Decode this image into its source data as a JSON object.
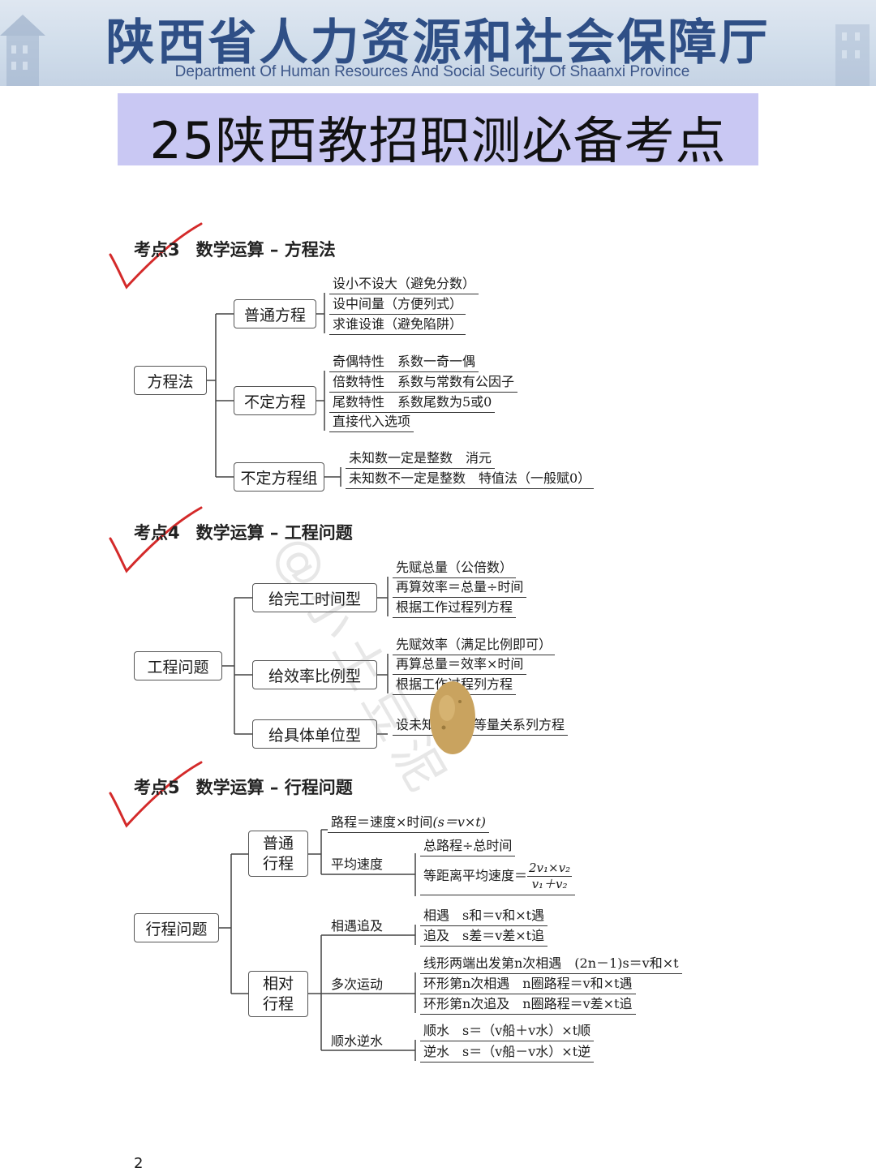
{
  "header": {
    "org_cn": "陕西省人力资源和社会保障厅",
    "org_en": "Department Of Human Resources And Social Security Of Shaanxi Province"
  },
  "title": "25陕西教招职测必备考点",
  "sections": [
    {
      "num": "考点3",
      "title": "数学运算 – 方程法",
      "root": "方程法",
      "branches": [
        {
          "label": "普通方程",
          "leaves": [
            "设小不设大（避免分数）",
            "设中间量（方便列式）",
            "求谁设谁（避免陷阱）"
          ]
        },
        {
          "label": "不定方程",
          "leaves": [
            "奇偶特性　系数一奇一偶",
            "倍数特性　系数与常数有公因子",
            "尾数特性　系数尾数为5或0",
            "直接代入选项"
          ]
        },
        {
          "label": "不定方程组",
          "leaves": [
            "未知数一定是整数　消元",
            "未知数不一定是整数　特值法（一般赋0）"
          ]
        }
      ]
    },
    {
      "num": "考点4",
      "title": "数学运算 – 工程问题",
      "root": "工程问题",
      "branches": [
        {
          "label": "给完工时间型",
          "leaves": [
            "先赋总量（公倍数）",
            "再算效率＝总量÷时间",
            "根据工作过程列方程"
          ]
        },
        {
          "label": "给效率比例型",
          "leaves": [
            "先赋效率（满足比例即可）",
            "再算总量＝效率×时间",
            "根据工作过程列方程"
          ]
        },
        {
          "label": "给具体单位型",
          "leaves": [
            "设未知数，找等量关系列方程"
          ]
        }
      ]
    },
    {
      "num": "考点5",
      "title": "数学运算 – 行程问题",
      "root": "行程问题",
      "branch1": {
        "label1": "普通",
        "label2": "行程",
        "leaf_path": "路程＝速度×时间",
        "leaf_path_formula": "(s＝v×t)",
        "avg_label": "平均速度",
        "avg_leaf1": "总路程÷总时间",
        "avg_leaf2": "等距离平均速度＝",
        "frac_num": "2v₁×v₂",
        "frac_den": "v₁＋v₂"
      },
      "branch2": {
        "label1": "相对",
        "label2": "行程",
        "meet_label": "相遇追及",
        "meet_leaves": [
          "相遇　s和＝v和×t遇",
          "追及　s差＝v差×t追"
        ],
        "multi_label": "多次运动",
        "multi_leaves": [
          "线形两端出发第n次相遇　(2n－1)s＝v和×t",
          "环形第n次相遇　n圈路程＝v和×t遇",
          "环形第n次追及　n圈路程＝v差×t追"
        ],
        "water_label": "顺水逆水",
        "water_leaves": [
          "顺水　s＝（v船＋v水）×t顺",
          "逆水　s＝（v船－v水）×t逆"
        ]
      }
    }
  ],
  "watermark": "@小土豆泥",
  "page_number": "2",
  "colors": {
    "banner": "#cfdcea",
    "banner_text": "#2f4f86",
    "title_bg": "#c9c8f3",
    "check": "#d42a2a"
  }
}
